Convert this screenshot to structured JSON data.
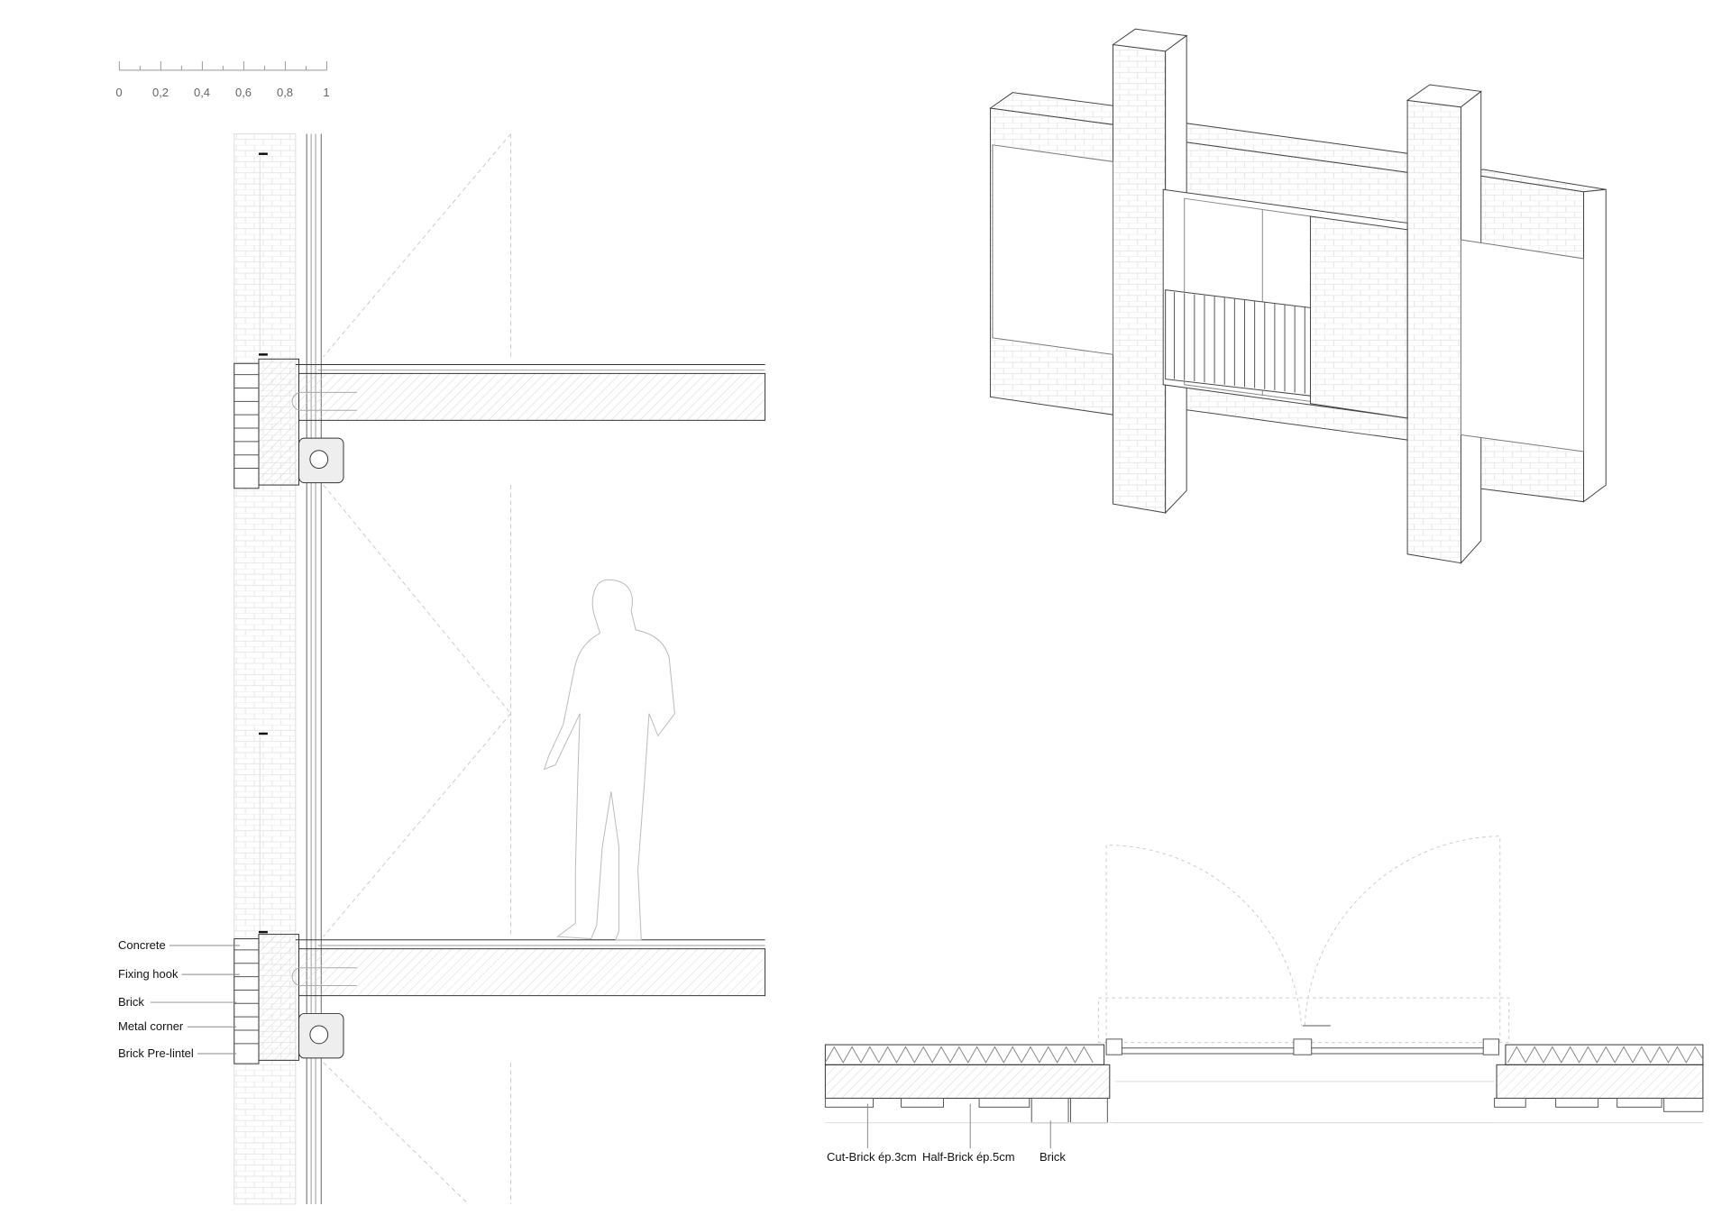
{
  "scale_bar": {
    "ticks": [
      "0",
      "0,2",
      "0,4",
      "0,6",
      "0,8",
      "1"
    ]
  },
  "section_labels": [
    "Concrete",
    "Fixing hook",
    "Brick",
    "Metal corner",
    "Brick Pre-lintel"
  ],
  "plan_labels": [
    "Cut-Brick ép.3cm",
    "Half-Brick ép.5cm",
    "Brick"
  ],
  "colors": {
    "line": "#333333",
    "light_line": "#bbbbbb",
    "hatch": "#cccccc"
  }
}
